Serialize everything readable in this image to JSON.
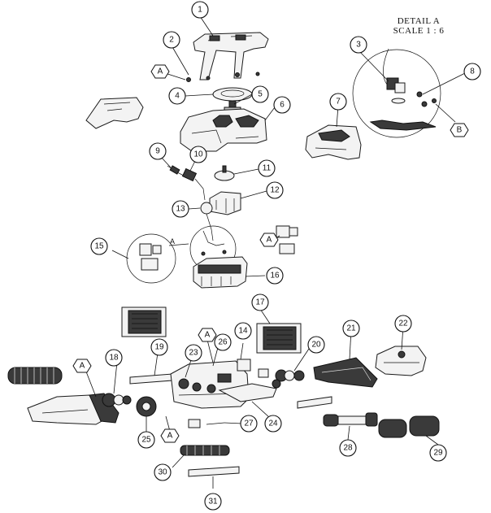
{
  "detail": {
    "title": "DETAIL A",
    "scale": "SCALE 1 : 6"
  },
  "callouts": [
    "1",
    "2",
    "3",
    "4",
    "5",
    "6",
    "7",
    "8",
    "9",
    "10",
    "11",
    "12",
    "13",
    "14",
    "15",
    "16",
    "17",
    "18",
    "19",
    "20",
    "21",
    "22",
    "23",
    "24",
    "25",
    "26",
    "27",
    "28",
    "29",
    "30",
    "31"
  ],
  "tags": [
    "A",
    "B"
  ],
  "colors": {
    "line": "#111111",
    "fill": "#f3f3f3",
    "dark": "#3a3a3a"
  }
}
